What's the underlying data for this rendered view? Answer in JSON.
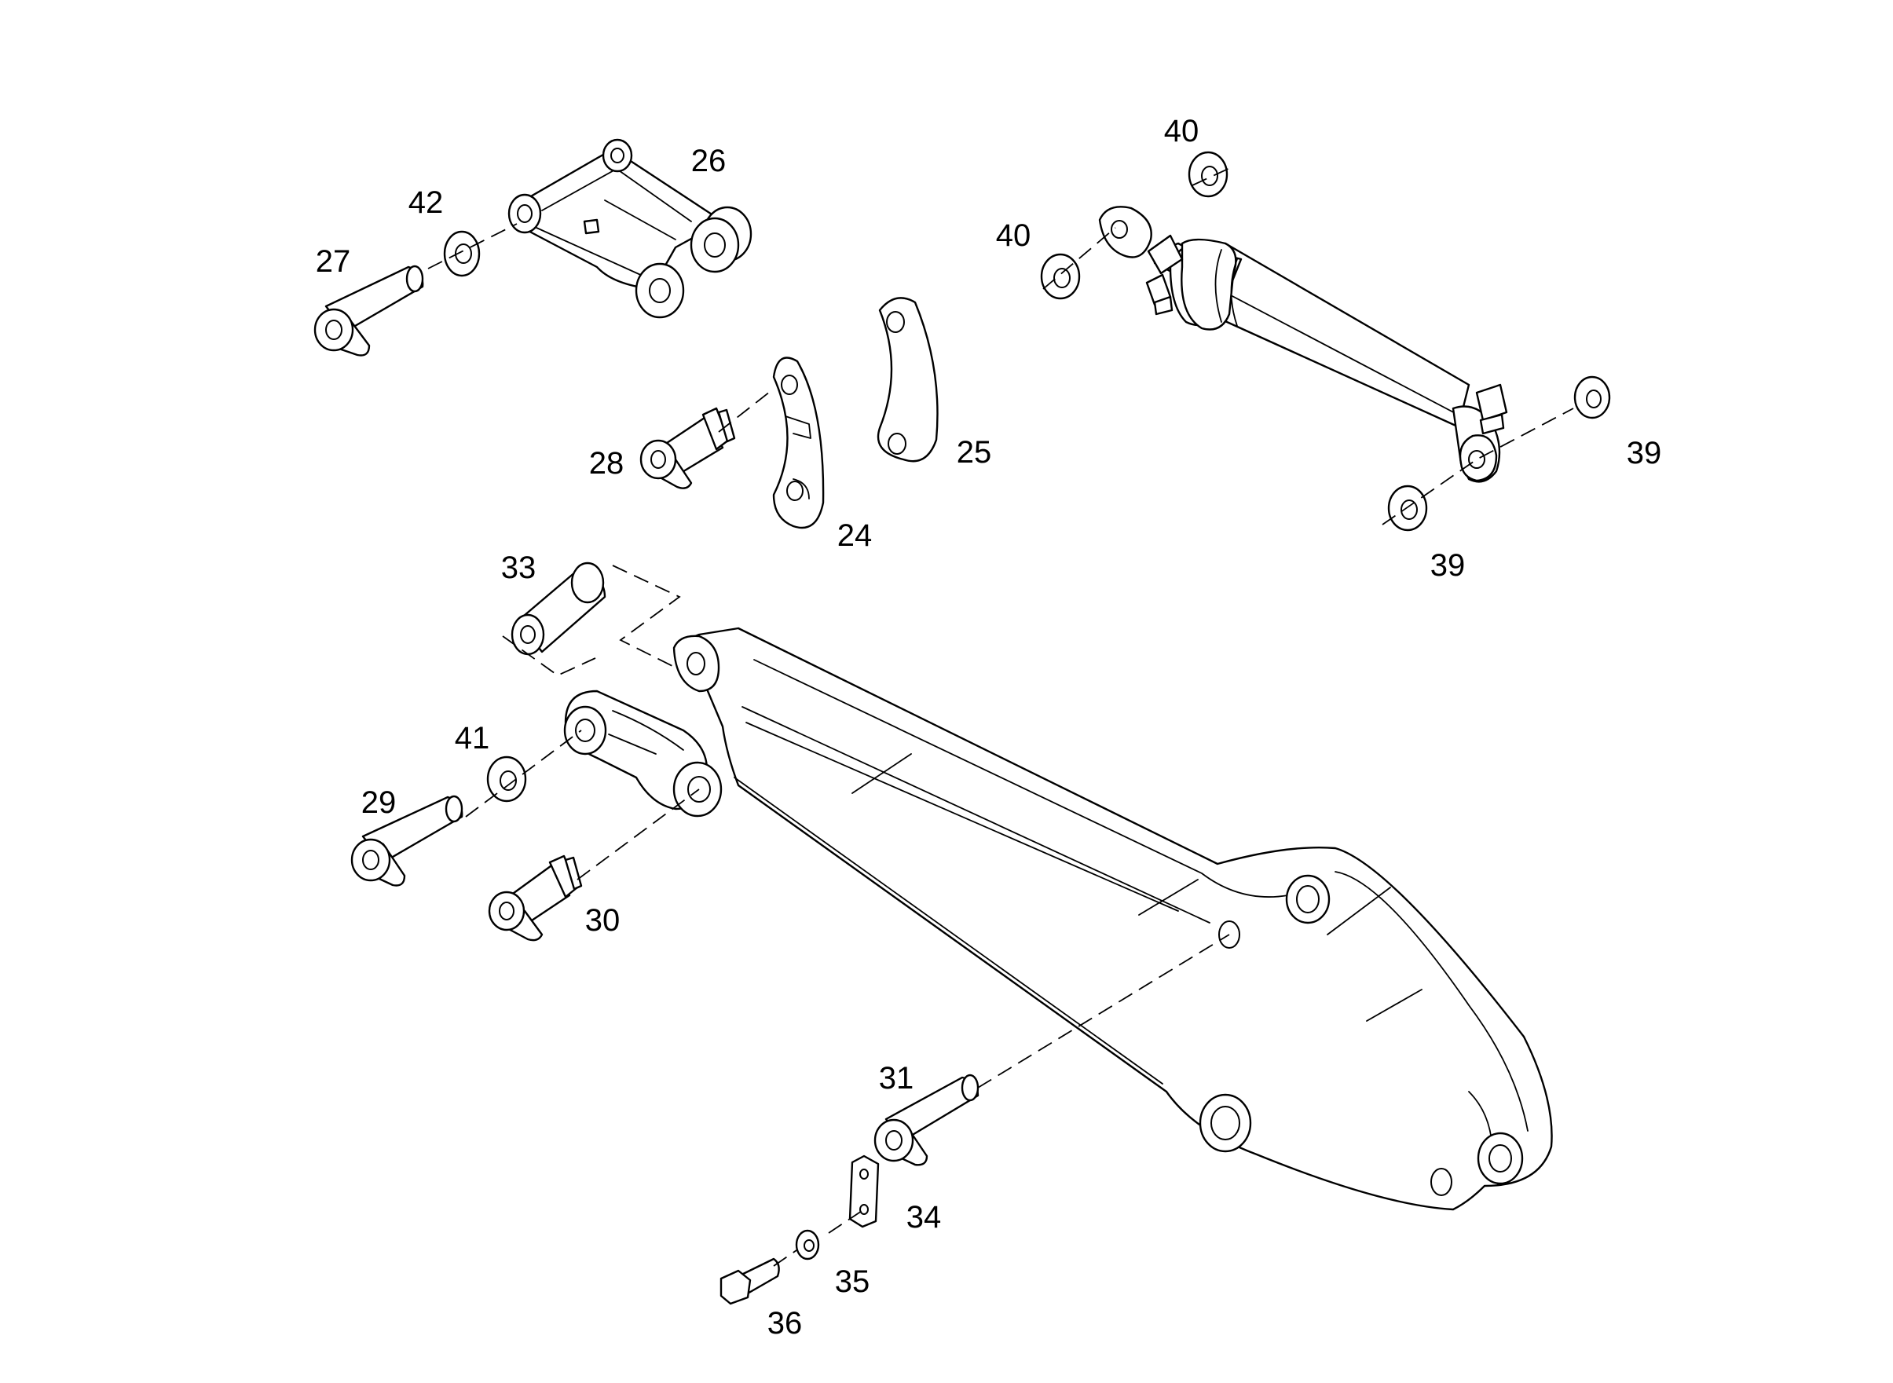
{
  "callouts": {
    "p24": "24",
    "p25": "25",
    "p26": "26",
    "p27": "27",
    "p28": "28",
    "p29": "29",
    "p30": "30",
    "p31": "31",
    "p33": "33",
    "p34": "34",
    "p35": "35",
    "p36": "36",
    "p39a": "39",
    "p39b": "39",
    "p40a": "40",
    "p40b": "40",
    "p41": "41",
    "p42": "42"
  }
}
